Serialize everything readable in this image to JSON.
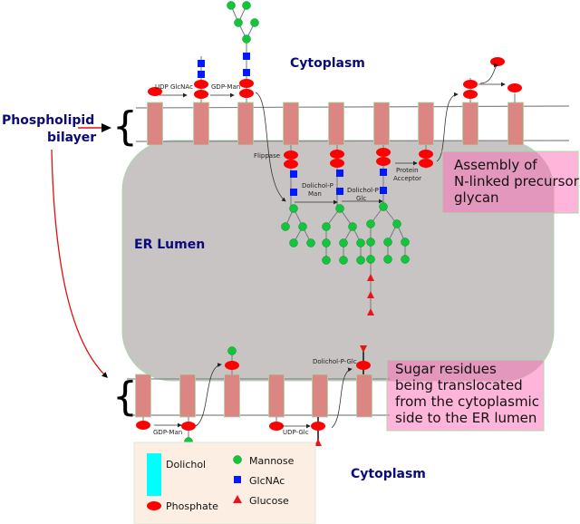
{
  "regions": {
    "cytoplasm_top": "Cytoplasm",
    "er_lumen": "ER Lumen",
    "cytoplasm_bottom": "Cytoplasm"
  },
  "membrane_label": [
    "Phospholipid",
    "bilayer"
  ],
  "top_labels": {
    "udp_glcnac": "UDP GlcNAc",
    "gdp_man": "GDP-Man",
    "flippase": "Flippase",
    "dolichol_p_man": [
      "Dolichol-P",
      "Man"
    ],
    "dolichol_p_glc": [
      "Dolichol-P",
      "Glc"
    ],
    "protein_acceptor": [
      "Protein",
      "Acceptor"
    ]
  },
  "bottom_labels": {
    "gdp_man": "GDP-Man",
    "udp_glc": "UDP-Glc",
    "dolichol_p_glc": "Dolichol-P-Glc"
  },
  "notes": {
    "assembly": [
      "Assembly of",
      "N-linked precursor",
      "glycan"
    ],
    "translocation": [
      "Sugar residues",
      "being translocated",
      "from the cytoplasmic",
      "side to the ER lumen"
    ]
  },
  "legend": {
    "dolichol": "Dolichol",
    "phosphate": "Phosphate",
    "mannose": "Mannose",
    "glcnac": "GlcNAc",
    "glucose": "Glucose"
  },
  "colors": {
    "dolichol_bar": "#db8683",
    "phosphate": "#ff0000",
    "mannose": "#11c63a",
    "glcnac": "#0019ff",
    "glucose": "#e8141a",
    "er_lumen": "#c8c4c4",
    "note_box": "#ff69b4",
    "legend_bg": "#fdeee3",
    "legend_dolichol": "#00ffff",
    "region_text": "#0a0a7a"
  }
}
